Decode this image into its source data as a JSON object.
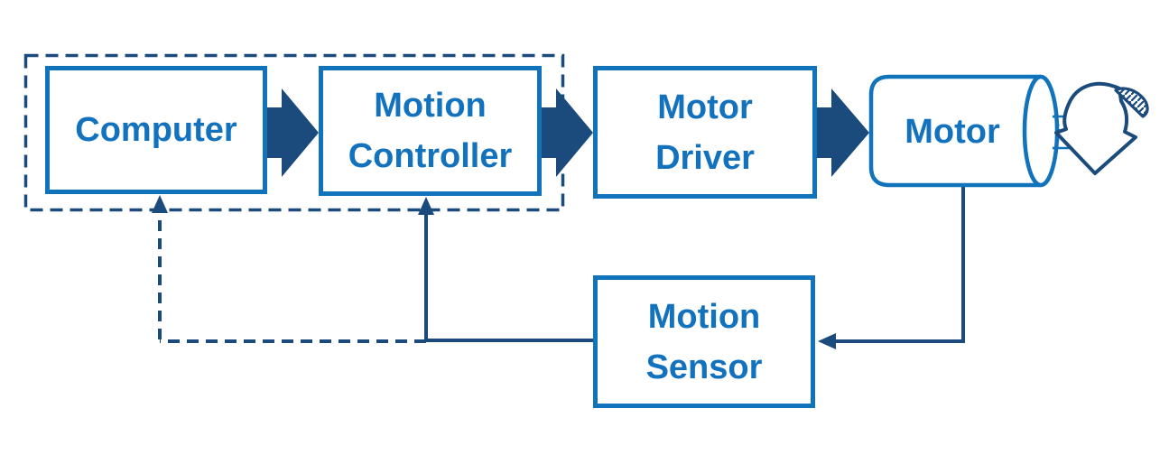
{
  "colors": {
    "primary_blue": "#1173BC",
    "text_blue": "#1272BD",
    "dark_navy": "#1B4A7C",
    "background": "#FFFFFF"
  },
  "nodes": {
    "computer": {
      "label": "Computer"
    },
    "motion_controller": {
      "line1": "Motion",
      "line2": "Controller"
    },
    "motor_driver": {
      "line1": "Motor",
      "line2": "Driver"
    },
    "motor": {
      "label": "Motor"
    },
    "motion_sensor": {
      "line1": "Motion",
      "line2": "Sensor"
    }
  },
  "edges": [
    {
      "from": "Computer",
      "to": "Motion Controller",
      "style": "block-arrow"
    },
    {
      "from": "Motion Controller",
      "to": "Motor Driver",
      "style": "block-arrow"
    },
    {
      "from": "Motor Driver",
      "to": "Motor",
      "style": "block-arrow"
    },
    {
      "from": "Motor",
      "to": "Motion Sensor",
      "style": "solid-line-arrow"
    },
    {
      "from": "Motion Sensor",
      "to": "Motion Controller",
      "style": "solid-line-arrow"
    },
    {
      "from": "Motion Sensor",
      "to": "Computer",
      "style": "dashed-line-arrow"
    }
  ],
  "groups": [
    {
      "members": [
        "Computer",
        "Motion Controller"
      ],
      "style": "dashed-outline"
    }
  ],
  "icons": [
    {
      "name": "rotation-arrow-icon",
      "meaning": "motor shaft rotation direction"
    },
    {
      "name": "motor-cylinder-icon",
      "meaning": "motor body with output shaft"
    }
  ]
}
